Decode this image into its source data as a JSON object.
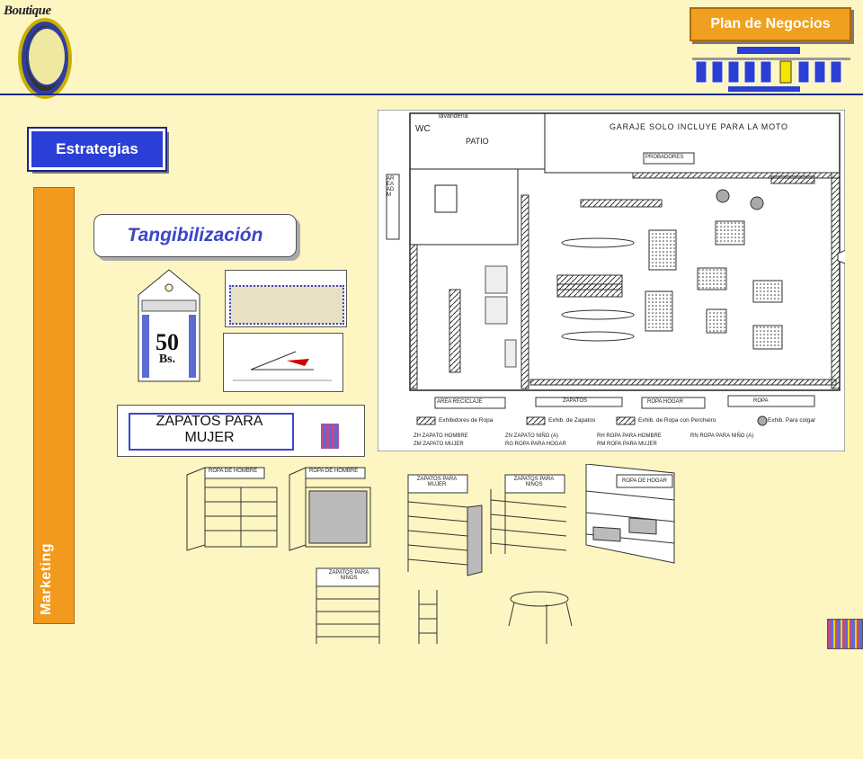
{
  "header": {
    "logo_text": "Boutique",
    "plan_button": "Plan de Negocios"
  },
  "left": {
    "strategy_button": "Estrategias",
    "side_label": "Marketing",
    "concept_title": "Tangibilización"
  },
  "tag": {
    "price": "50",
    "currency": "Bs."
  },
  "poster": {
    "line1": "ZAPATOS PARA",
    "line2": "MUJER"
  },
  "floorplan": {
    "lavanderia": "lavandería",
    "wc": "WC",
    "patio": "PATIO",
    "garage": "GARAJE SOLO INCLUYE PARA LA MOTO",
    "probadores": "PROBADORES",
    "area_adm": "AREA ADM",
    "area_reciclaje": "AREA RECICLAJE",
    "zapatos": "ZAPATOS",
    "ropa_hogar": "ROPA HOGAR",
    "ropa": "ROPA",
    "legend": {
      "exhibidores": "Exhibidores de Ropa",
      "zapatos": "Exhib. de Zapatos",
      "percheiro": "Exhib. de Ropa con Percheiro",
      "colgar": "Exhib. Para colgar"
    },
    "codes": [
      "ZH  ZAPATO HOMBRE",
      "ZM  ZAPATO MUJER",
      "ZN  ZAPATO NIÑO (A)",
      "RG  ROPA PARA HOGAR",
      "RH  ROPA PARA HOMBRE",
      "RM  ROPA PARA MUJER",
      "RN  ROPA PARA NIÑO (A)"
    ]
  },
  "shelves": {
    "s1": "ROPA DE HOMBRE",
    "s2": "ROPA DE HOMBRE",
    "s3": "ZAPATOS PARA MUJER",
    "s4": "ZAPATOS PARA NIÑOS",
    "s5": "ROPA DE HOGAR",
    "s6": "ZAPATOS PARA NIÑOS"
  },
  "colors": {
    "orange": "#f29a1d",
    "blue": "#2b3fd6",
    "background": "#fdf6c3"
  }
}
